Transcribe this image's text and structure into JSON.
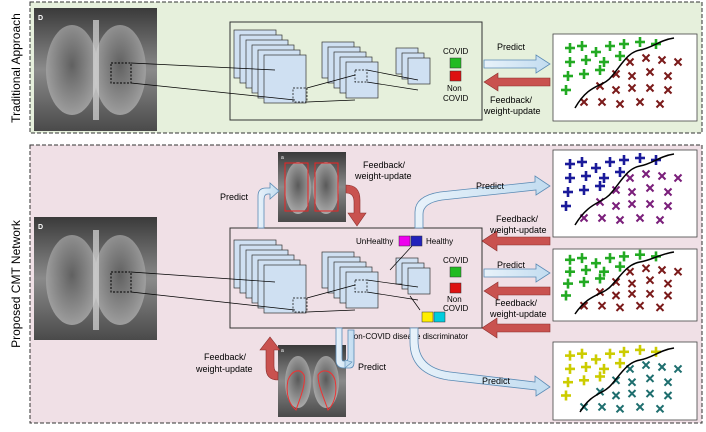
{
  "traditional": {
    "side_label": "Traditional Approach",
    "xray_marker": "D",
    "class_covid": "COVID",
    "class_noncovid_line1": "Non",
    "class_noncovid_line2": "COVID",
    "predict": "Predict",
    "feedback_line1": "Feedback/",
    "feedback_line2": "weight-update",
    "colors": {
      "panel_bg": "#e6f0dc",
      "covid": "#22bb22",
      "noncovid": "#dd1111"
    }
  },
  "proposed": {
    "side_label": "Proposed CMT Network",
    "xray_marker": "D",
    "seg_marker": "a",
    "predict_top": "Predict",
    "feedback_top_line1": "Feedback/",
    "feedback_top_line2": "weight-update",
    "predict_bottom": "Predict",
    "feedback_bottom_line1": "Feedback/",
    "feedback_bottom_line2": "weight-update",
    "unhealthy": "UnHealthy",
    "healthy": "Healthy",
    "class_covid": "COVID",
    "class_noncovid_line1": "Non",
    "class_noncovid_line2": "COVID",
    "discriminator_label": "Non-COVID disease discriminator",
    "right_predict_1": "Predict",
    "right_feedback_1_line1": "Feedback/",
    "right_feedback_1_line2": "weight-update",
    "right_predict_2": "Predict",
    "right_feedback_2_line1": "Feedback/",
    "right_feedback_2_line2": "weight-update",
    "right_predict_3": "Predict",
    "colors": {
      "panel_bg": "#f0e0e6",
      "unhealthy": "#ee00ee",
      "healthy": "#2222bb",
      "covid": "#22bb22",
      "noncovid": "#dd1111",
      "disc_yellow": "#ffee00",
      "disc_cyan": "#00ccdd"
    }
  },
  "scatter_colors": {
    "blue_plus": "#1a1a9a",
    "purple_cross": "#7a1e7a",
    "green_plus": "#22aa22",
    "brown_cross": "#7a1a1a",
    "yellow_plus": "#cccc00",
    "teal_cross": "#1e6e6e"
  }
}
